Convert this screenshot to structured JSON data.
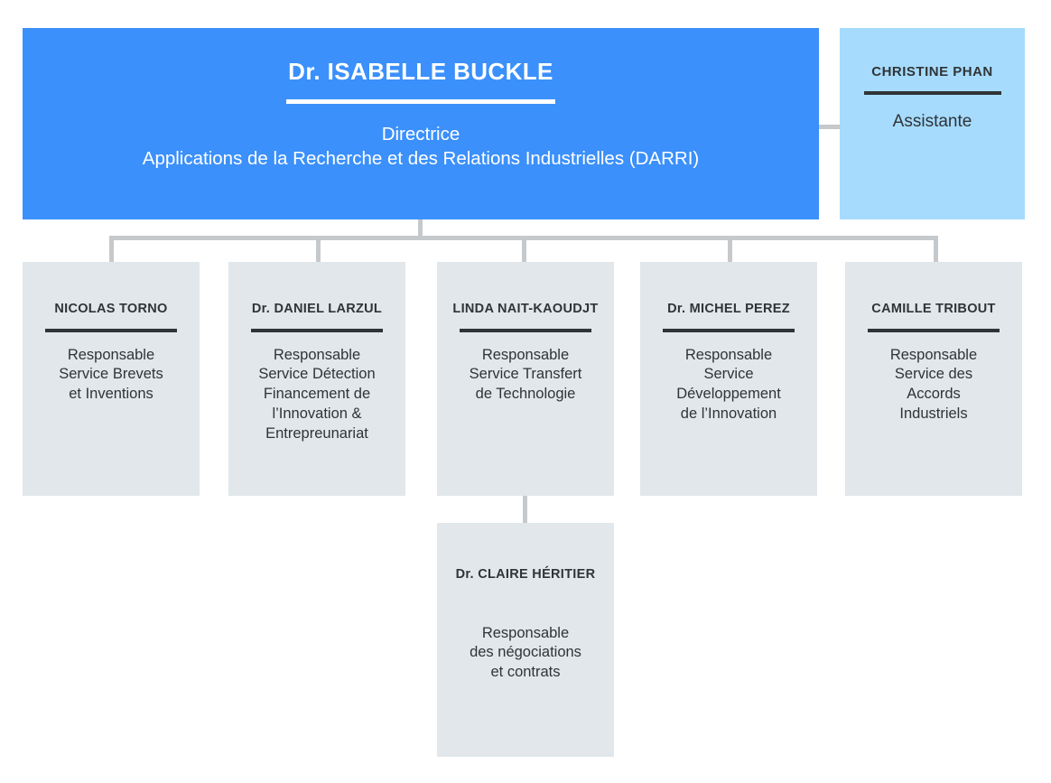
{
  "theme": {
    "director_bg": "#3b90fb",
    "assistant_bg": "#a6dbfd",
    "node_bg": "#e1e7ea",
    "connector": "#c6c9cb",
    "text_dark": "#2f3437",
    "text_light": "#ffffff"
  },
  "director": {
    "name": "Dr. ISABELLE BUCKLE",
    "role": "Directrice\nApplications de la Recherche et des Relations Industrielles (DARRI)"
  },
  "assistant": {
    "name": "CHRISTINE PHAN",
    "role": "Assistante"
  },
  "managers": [
    {
      "name": "NICOLAS TORNO",
      "role": "Responsable\nService Brevets\net Inventions"
    },
    {
      "name": "Dr. DANIEL LARZUL",
      "role": "Responsable\nService Détection\nFinancement de\nl’Innovation &\nEntrepreunariat"
    },
    {
      "name": "LINDA NAIT-KAOUDJT",
      "role": "Responsable\nService Transfert\nde Technologie"
    },
    {
      "name": "Dr. MICHEL PEREZ",
      "role": "Responsable\nService\nDéveloppement\nde l’Innovation"
    },
    {
      "name": "CAMILLE TRIBOUT",
      "role": "Responsable\nService des\nAccords\nIndustriels"
    }
  ],
  "subnode": {
    "name": "Dr. CLAIRE HÉRITIER",
    "role": "Responsable\ndes négociations\net contrats"
  }
}
